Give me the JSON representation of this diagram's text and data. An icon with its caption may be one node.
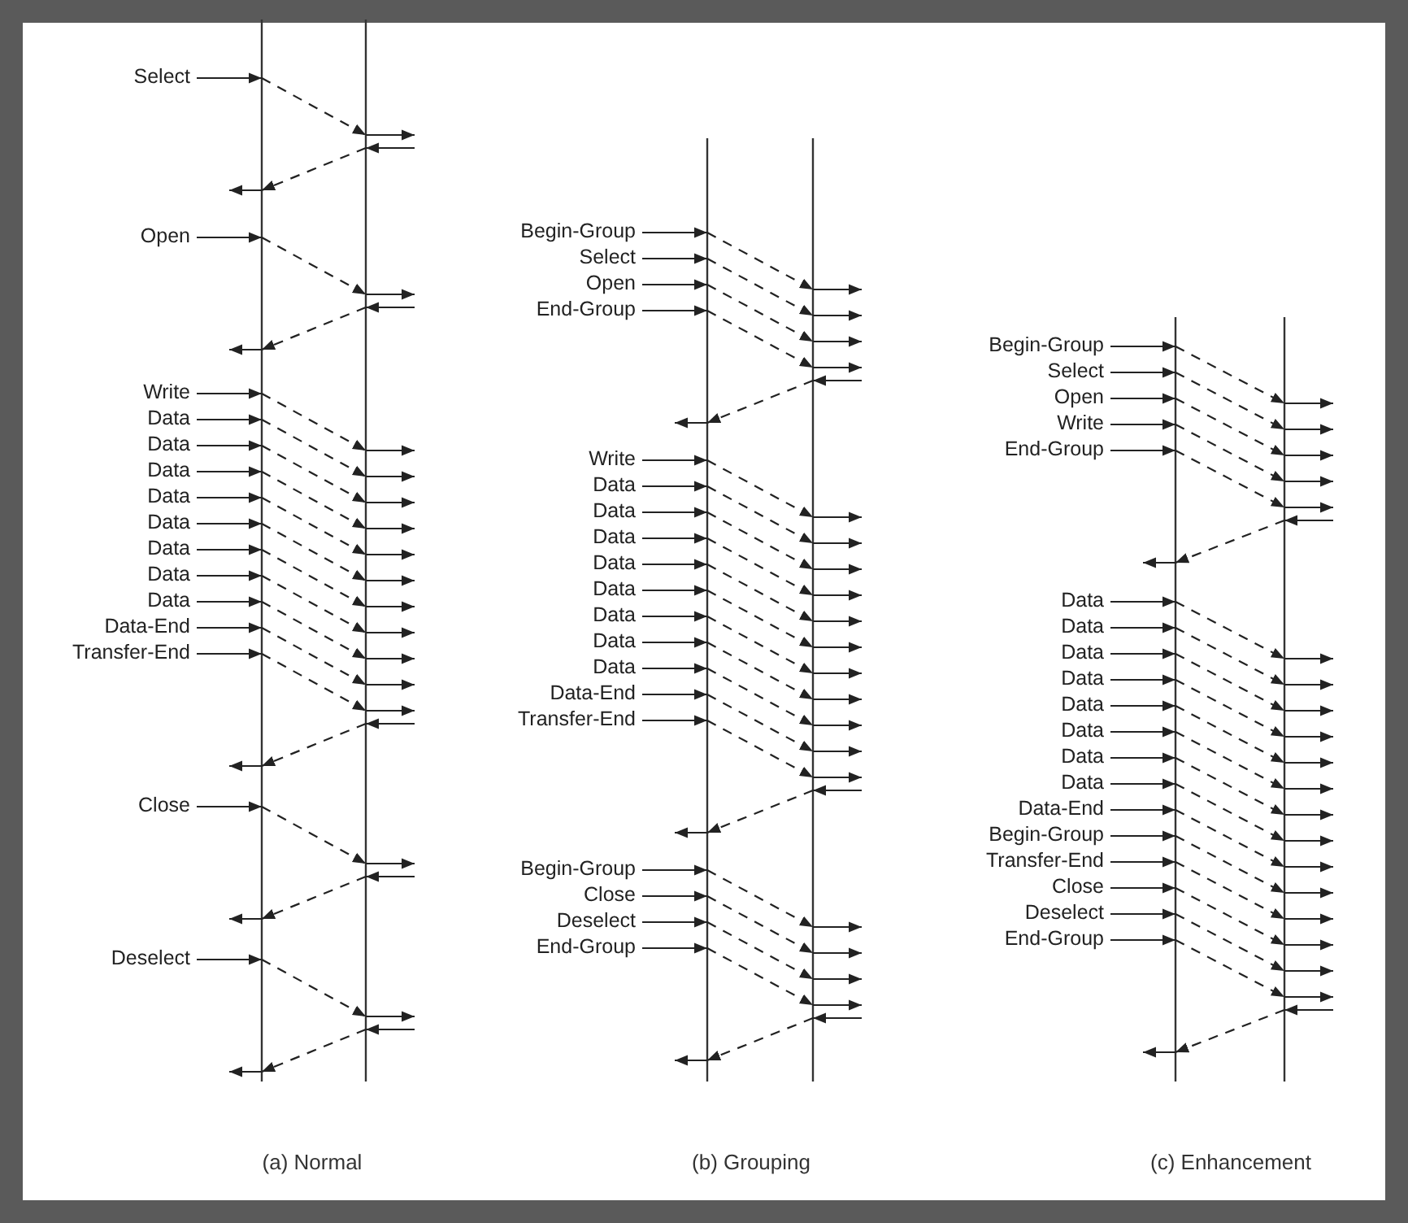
{
  "diagram": {
    "nodes": [
      {
        "text": [],
        "shape": "line"
      },
      {
        "text": [],
        "shape": "line"
      },
      {
        "text": [],
        "shape": "line"
      },
      {
        "text": [],
        "shape": "line"
      },
      {
        "text": [],
        "shape": "line"
      },
      {
        "text": [],
        "shape": "line"
      },
      {
        "text": [
          "Select"
        ]
      },
      {
        "text": [
          "Open"
        ]
      },
      {
        "text": [
          "Write"
        ]
      },
      {
        "text": [
          "Data"
        ]
      },
      {
        "text": [
          "Data"
        ]
      },
      {
        "text": [
          "Data"
        ]
      },
      {
        "text": [
          "Data"
        ]
      },
      {
        "text": [
          "Data"
        ]
      },
      {
        "text": [
          "Data"
        ]
      },
      {
        "text": [
          "Data"
        ]
      },
      {
        "text": [
          "Data"
        ]
      },
      {
        "text": [
          "Data-End"
        ]
      },
      {
        "text": [
          "Transfer-End"
        ]
      },
      {
        "text": [
          "Close"
        ]
      },
      {
        "text": [
          "Deselect"
        ]
      },
      {
        "text": [
          "Begin-Group"
        ]
      },
      {
        "text": [
          "Select"
        ]
      },
      {
        "text": [
          "Open"
        ]
      },
      {
        "text": [
          "End-Group"
        ]
      },
      {
        "text": [
          "Write"
        ]
      },
      {
        "text": [
          "Data"
        ]
      },
      {
        "text": [
          "Data"
        ]
      },
      {
        "text": [
          "Data"
        ]
      },
      {
        "text": [
          "Data"
        ]
      },
      {
        "text": [
          "Data"
        ]
      },
      {
        "text": [
          "Data"
        ]
      },
      {
        "text": [
          "Data"
        ]
      },
      {
        "text": [
          "Data"
        ]
      },
      {
        "text": [
          "Data-End"
        ]
      },
      {
        "text": [
          "Transfer-End"
        ]
      },
      {
        "text": [
          "Begin-Group"
        ]
      },
      {
        "text": [
          "Close"
        ]
      },
      {
        "text": [
          "Deselect"
        ]
      },
      {
        "text": [
          "End-Group"
        ]
      },
      {
        "text": [
          "Begin-Group"
        ]
      },
      {
        "text": [
          "Select"
        ]
      },
      {
        "text": [
          "Open"
        ]
      },
      {
        "text": [
          "Write"
        ]
      },
      {
        "text": [
          "End-Group"
        ]
      },
      {
        "text": [
          "Data"
        ]
      },
      {
        "text": [
          "Data"
        ]
      },
      {
        "text": [
          "Data"
        ]
      },
      {
        "text": [
          "Data"
        ]
      },
      {
        "text": [
          "Data"
        ]
      },
      {
        "text": [
          "Data"
        ]
      },
      {
        "text": [
          "Data"
        ]
      },
      {
        "text": [
          "Data"
        ]
      },
      {
        "text": [
          "Data-End"
        ]
      },
      {
        "text": [
          "Begin-Group"
        ]
      },
      {
        "text": [
          "Transfer-End"
        ]
      },
      {
        "text": [
          "Close"
        ]
      },
      {
        "text": [
          "Deselect"
        ]
      },
      {
        "text": [
          "End-Group"
        ]
      }
    ],
    "edges": [
      {
        "from": 6,
        "to": 0,
        "arrow": "to"
      },
      {
        "from": 0,
        "to": 1,
        "arrow": "to",
        "style": "dashed"
      },
      {
        "from": 1,
        "to": null,
        "arrow": "to"
      },
      {
        "from": null,
        "to": 1,
        "arrow": "to"
      },
      {
        "from": 1,
        "to": 0,
        "arrow": "to",
        "style": "dashed"
      },
      {
        "from": 0,
        "to": null,
        "arrow": "to"
      },
      {
        "from": 7,
        "to": 0,
        "arrow": "to"
      },
      {
        "from": 0,
        "to": 1,
        "arrow": "to",
        "style": "dashed"
      },
      {
        "from": 1,
        "to": null,
        "arrow": "to"
      },
      {
        "from": null,
        "to": 1,
        "arrow": "to"
      },
      {
        "from": 1,
        "to": 0,
        "arrow": "to",
        "style": "dashed"
      },
      {
        "from": 0,
        "to": null,
        "arrow": "to"
      },
      {
        "from": 8,
        "to": 0,
        "arrow": "to"
      },
      {
        "from": 0,
        "to": 1,
        "arrow": "to",
        "style": "dashed"
      },
      {
        "from": 1,
        "to": null,
        "arrow": "to"
      },
      {
        "from": 9,
        "to": 0,
        "arrow": "to"
      },
      {
        "from": 0,
        "to": 1,
        "arrow": "to",
        "style": "dashed"
      },
      {
        "from": 1,
        "to": null,
        "arrow": "to"
      },
      {
        "from": 10,
        "to": 0,
        "arrow": "to"
      },
      {
        "from": 0,
        "to": 1,
        "arrow": "to",
        "style": "dashed"
      },
      {
        "from": 1,
        "to": null,
        "arrow": "to"
      },
      {
        "from": 11,
        "to": 0,
        "arrow": "to"
      },
      {
        "from": 0,
        "to": 1,
        "arrow": "to",
        "style": "dashed"
      },
      {
        "from": 1,
        "to": null,
        "arrow": "to"
      },
      {
        "from": 12,
        "to": 0,
        "arrow": "to"
      },
      {
        "from": 0,
        "to": 1,
        "arrow": "to",
        "style": "dashed"
      },
      {
        "from": 1,
        "to": null,
        "arrow": "to"
      },
      {
        "from": 13,
        "to": 0,
        "arrow": "to"
      },
      {
        "from": 0,
        "to": 1,
        "arrow": "to",
        "style": "dashed"
      },
      {
        "from": 1,
        "to": null,
        "arrow": "to"
      },
      {
        "from": 14,
        "to": 0,
        "arrow": "to"
      },
      {
        "from": 0,
        "to": 1,
        "arrow": "to",
        "style": "dashed"
      },
      {
        "from": 1,
        "to": null,
        "arrow": "to"
      },
      {
        "from": 15,
        "to": 0,
        "arrow": "to"
      },
      {
        "from": 0,
        "to": 1,
        "arrow": "to",
        "style": "dashed"
      },
      {
        "from": 1,
        "to": null,
        "arrow": "to"
      },
      {
        "from": 16,
        "to": 0,
        "arrow": "to"
      },
      {
        "from": 0,
        "to": 1,
        "arrow": "to",
        "style": "dashed"
      },
      {
        "from": 1,
        "to": null,
        "arrow": "to"
      },
      {
        "from": 17,
        "to": 0,
        "arrow": "to"
      },
      {
        "from": 0,
        "to": 1,
        "arrow": "to",
        "style": "dashed"
      },
      {
        "from": 1,
        "to": null,
        "arrow": "to"
      },
      {
        "from": 18,
        "to": 0,
        "arrow": "to"
      },
      {
        "from": 0,
        "to": 1,
        "arrow": "to",
        "style": "dashed"
      },
      {
        "from": 1,
        "to": null,
        "arrow": "to"
      },
      {
        "from": null,
        "to": 1,
        "arrow": "to"
      },
      {
        "from": 1,
        "to": 0,
        "arrow": "to",
        "style": "dashed"
      },
      {
        "from": 0,
        "to": null,
        "arrow": "to"
      },
      {
        "from": 19,
        "to": 0,
        "arrow": "to"
      },
      {
        "from": 0,
        "to": 1,
        "arrow": "to",
        "style": "dashed"
      },
      {
        "from": 1,
        "to": null,
        "arrow": "to"
      },
      {
        "from": null,
        "to": 1,
        "arrow": "to"
      },
      {
        "from": 1,
        "to": 0,
        "arrow": "to",
        "style": "dashed"
      },
      {
        "from": 0,
        "to": null,
        "arrow": "to"
      },
      {
        "from": 20,
        "to": 0,
        "arrow": "to"
      },
      {
        "from": 0,
        "to": 1,
        "arrow": "to",
        "style": "dashed"
      },
      {
        "from": 1,
        "to": null,
        "arrow": "to"
      },
      {
        "from": null,
        "to": 1,
        "arrow": "to"
      },
      {
        "from": 1,
        "to": 0,
        "arrow": "to",
        "style": "dashed"
      },
      {
        "from": 0,
        "to": null,
        "arrow": "to"
      },
      {
        "from": 21,
        "to": 2,
        "arrow": "to"
      },
      {
        "from": 2,
        "to": 3,
        "arrow": "to",
        "style": "dashed"
      },
      {
        "from": 3,
        "to": null,
        "arrow": "to"
      },
      {
        "from": 22,
        "to": 2,
        "arrow": "to"
      },
      {
        "from": 2,
        "to": 3,
        "arrow": "to",
        "style": "dashed"
      },
      {
        "from": 3,
        "to": null,
        "arrow": "to"
      },
      {
        "from": 23,
        "to": 2,
        "arrow": "to"
      },
      {
        "from": 2,
        "to": 3,
        "arrow": "to",
        "style": "dashed"
      },
      {
        "from": 3,
        "to": null,
        "arrow": "to"
      },
      {
        "from": 24,
        "to": 2,
        "arrow": "to"
      },
      {
        "from": 2,
        "to": 3,
        "arrow": "to",
        "style": "dashed"
      },
      {
        "from": 3,
        "to": null,
        "arrow": "to"
      },
      {
        "from": null,
        "to": 3,
        "arrow": "to"
      },
      {
        "from": 3,
        "to": 2,
        "arrow": "to",
        "style": "dashed"
      },
      {
        "from": 2,
        "to": null,
        "arrow": "to"
      },
      {
        "from": 25,
        "to": 2,
        "arrow": "to"
      },
      {
        "from": 2,
        "to": 3,
        "arrow": "to",
        "style": "dashed"
      },
      {
        "from": 3,
        "to": null,
        "arrow": "to"
      },
      {
        "from": 26,
        "to": 2,
        "arrow": "to"
      },
      {
        "from": 2,
        "to": 3,
        "arrow": "to",
        "style": "dashed"
      },
      {
        "from": 3,
        "to": null,
        "arrow": "to"
      },
      {
        "from": 27,
        "to": 2,
        "arrow": "to"
      },
      {
        "from": 2,
        "to": 3,
        "arrow": "to",
        "style": "dashed"
      },
      {
        "from": 3,
        "to": null,
        "arrow": "to"
      },
      {
        "from": 28,
        "to": 2,
        "arrow": "to"
      },
      {
        "from": 2,
        "to": 3,
        "arrow": "to",
        "style": "dashed"
      },
      {
        "from": 3,
        "to": null,
        "arrow": "to"
      },
      {
        "from": 29,
        "to": 2,
        "arrow": "to"
      },
      {
        "from": 2,
        "to": 3,
        "arrow": "to",
        "style": "dashed"
      },
      {
        "from": 3,
        "to": null,
        "arrow": "to"
      },
      {
        "from": 30,
        "to": 2,
        "arrow": "to"
      },
      {
        "from": 2,
        "to": 3,
        "arrow": "to",
        "style": "dashed"
      },
      {
        "from": 3,
        "to": null,
        "arrow": "to"
      },
      {
        "from": 31,
        "to": 2,
        "arrow": "to"
      },
      {
        "from": 2,
        "to": 3,
        "arrow": "to",
        "style": "dashed"
      },
      {
        "from": 3,
        "to": null,
        "arrow": "to"
      },
      {
        "from": 32,
        "to": 2,
        "arrow": "to"
      },
      {
        "from": 2,
        "to": 3,
        "arrow": "to",
        "style": "dashed"
      },
      {
        "from": 3,
        "to": null,
        "arrow": "to"
      },
      {
        "from": 33,
        "to": 2,
        "arrow": "to"
      },
      {
        "from": 2,
        "to": 3,
        "arrow": "to",
        "style": "dashed"
      },
      {
        "from": 3,
        "to": null,
        "arrow": "to"
      },
      {
        "from": 34,
        "to": 2,
        "arrow": "to"
      },
      {
        "from": 2,
        "to": 3,
        "arrow": "to",
        "style": "dashed"
      },
      {
        "from": 3,
        "to": null,
        "arrow": "to"
      },
      {
        "from": 35,
        "to": 2,
        "arrow": "to"
      },
      {
        "from": 2,
        "to": 3,
        "arrow": "to",
        "style": "dashed"
      },
      {
        "from": 3,
        "to": null,
        "arrow": "to"
      },
      {
        "from": null,
        "to": 3,
        "arrow": "to"
      },
      {
        "from": 3,
        "to": 2,
        "arrow": "to",
        "style": "dashed"
      },
      {
        "from": 2,
        "to": null,
        "arrow": "to"
      },
      {
        "from": 36,
        "to": 2,
        "arrow": "to"
      },
      {
        "from": 2,
        "to": 3,
        "arrow": "to",
        "style": "dashed"
      },
      {
        "from": 3,
        "to": null,
        "arrow": "to"
      },
      {
        "from": 37,
        "to": 2,
        "arrow": "to"
      },
      {
        "from": 2,
        "to": 3,
        "arrow": "to",
        "style": "dashed"
      },
      {
        "from": 3,
        "to": null,
        "arrow": "to"
      },
      {
        "from": 38,
        "to": 2,
        "arrow": "to"
      },
      {
        "from": 2,
        "to": 3,
        "arrow": "to",
        "style": "dashed"
      },
      {
        "from": 3,
        "to": null,
        "arrow": "to"
      },
      {
        "from": 39,
        "to": 2,
        "arrow": "to"
      },
      {
        "from": 2,
        "to": 3,
        "arrow": "to",
        "style": "dashed"
      },
      {
        "from": 3,
        "to": null,
        "arrow": "to"
      },
      {
        "from": null,
        "to": 3,
        "arrow": "to"
      },
      {
        "from": 3,
        "to": 2,
        "arrow": "to",
        "style": "dashed"
      },
      {
        "from": 2,
        "to": null,
        "arrow": "to"
      },
      {
        "from": 40,
        "to": 4,
        "arrow": "to"
      },
      {
        "from": 4,
        "to": 5,
        "arrow": "to",
        "style": "dashed"
      },
      {
        "from": 5,
        "to": null,
        "arrow": "to"
      },
      {
        "from": 41,
        "to": 4,
        "arrow": "to"
      },
      {
        "from": 4,
        "to": 5,
        "arrow": "to",
        "style": "dashed"
      },
      {
        "from": 5,
        "to": null,
        "arrow": "to"
      },
      {
        "from": 42,
        "to": 4,
        "arrow": "to"
      },
      {
        "from": 4,
        "to": 5,
        "arrow": "to",
        "style": "dashed"
      },
      {
        "from": 5,
        "to": null,
        "arrow": "to"
      },
      {
        "from": 43,
        "to": 4,
        "arrow": "to"
      },
      {
        "from": 4,
        "to": 5,
        "arrow": "to",
        "style": "dashed"
      },
      {
        "from": 5,
        "to": null,
        "arrow": "to"
      },
      {
        "from": 44,
        "to": 4,
        "arrow": "to"
      },
      {
        "from": 4,
        "to": 5,
        "arrow": "to",
        "style": "dashed"
      },
      {
        "from": 5,
        "to": null,
        "arrow": "to"
      },
      {
        "from": null,
        "to": 5,
        "arrow": "to"
      },
      {
        "from": 5,
        "to": 4,
        "arrow": "to",
        "style": "dashed"
      },
      {
        "from": 4,
        "to": null,
        "arrow": "to"
      },
      {
        "from": 45,
        "to": 4,
        "arrow": "to"
      },
      {
        "from": 4,
        "to": 5,
        "arrow": "to",
        "style": "dashed"
      },
      {
        "from": 5,
        "to": null,
        "arrow": "to"
      },
      {
        "from": 46,
        "to": 4,
        "arrow": "to"
      },
      {
        "from": 4,
        "to": 5,
        "arrow": "to",
        "style": "dashed"
      },
      {
        "from": 5,
        "to": null,
        "arrow": "to"
      },
      {
        "from": 47,
        "to": 4,
        "arrow": "to"
      },
      {
        "from": 4,
        "to": 5,
        "arrow": "to",
        "style": "dashed"
      },
      {
        "from": 5,
        "to": null,
        "arrow": "to"
      },
      {
        "from": 48,
        "to": 4,
        "arrow": "to"
      },
      {
        "from": 4,
        "to": 5,
        "arrow": "to",
        "style": "dashed"
      },
      {
        "from": 5,
        "to": null,
        "arrow": "to"
      },
      {
        "from": 49,
        "to": 4,
        "arrow": "to"
      },
      {
        "from": 4,
        "to": 5,
        "arrow": "to",
        "style": "dashed"
      },
      {
        "from": 5,
        "to": null,
        "arrow": "to"
      },
      {
        "from": 50,
        "to": 4,
        "arrow": "to"
      },
      {
        "from": 4,
        "to": 5,
        "arrow": "to",
        "style": "dashed"
      },
      {
        "from": 5,
        "to": null,
        "arrow": "to"
      },
      {
        "from": 51,
        "to": 4,
        "arrow": "to"
      },
      {
        "from": 4,
        "to": 5,
        "arrow": "to",
        "style": "dashed"
      },
      {
        "from": 5,
        "to": null,
        "arrow": "to"
      },
      {
        "from": 52,
        "to": 4,
        "arrow": "to"
      },
      {
        "from": 4,
        "to": 5,
        "arrow": "to",
        "style": "dashed"
      },
      {
        "from": 5,
        "to": null,
        "arrow": "to"
      },
      {
        "from": 53,
        "to": 4,
        "arrow": "to"
      },
      {
        "from": 4,
        "to": 5,
        "arrow": "to",
        "style": "dashed"
      },
      {
        "from": 5,
        "to": null,
        "arrow": "to"
      },
      {
        "from": 54,
        "to": 4,
        "arrow": "to"
      },
      {
        "from": 4,
        "to": 5,
        "arrow": "to",
        "style": "dashed"
      },
      {
        "from": 5,
        "to": null,
        "arrow": "to"
      },
      {
        "from": 55,
        "to": 4,
        "arrow": "to"
      },
      {
        "from": 4,
        "to": 5,
        "arrow": "to",
        "style": "dashed"
      },
      {
        "from": 5,
        "to": null,
        "arrow": "to"
      },
      {
        "from": 56,
        "to": 4,
        "arrow": "to"
      },
      {
        "from": 4,
        "to": 5,
        "arrow": "to",
        "style": "dashed"
      },
      {
        "from": 5,
        "to": null,
        "arrow": "to"
      },
      {
        "from": 57,
        "to": 4,
        "arrow": "to"
      },
      {
        "from": 4,
        "to": 5,
        "arrow": "to",
        "style": "dashed"
      },
      {
        "from": 5,
        "to": null,
        "arrow": "to"
      },
      {
        "from": 58,
        "to": 4,
        "arrow": "to"
      },
      {
        "from": 4,
        "to": 5,
        "arrow": "to",
        "style": "dashed"
      },
      {
        "from": 5,
        "to": null,
        "arrow": "to"
      },
      {
        "from": null,
        "to": 5,
        "arrow": "to"
      },
      {
        "from": 5,
        "to": 4,
        "arrow": "to",
        "style": "dashed"
      },
      {
        "from": 4,
        "to": null,
        "arrow": "to"
      }
    ],
    "labels": [
      "(a) Normal",
      "(b) Grouping",
      "(c) Enhancement"
    ]
  }
}
